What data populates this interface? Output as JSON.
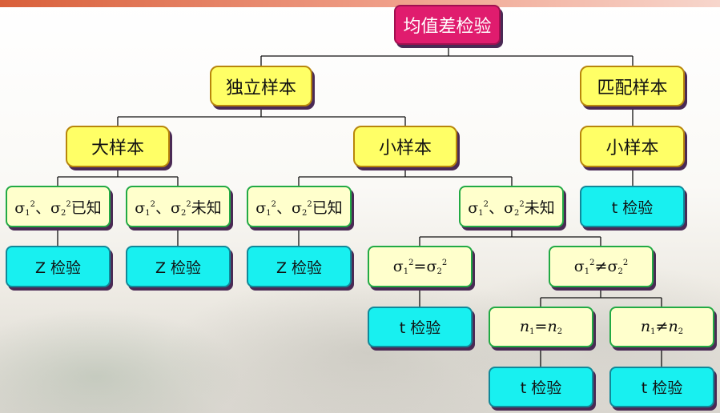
{
  "diagram": {
    "root": "均值差检验",
    "branches": {
      "independent": "独立样本",
      "paired": "匹配样本"
    },
    "independent": {
      "large": "大样本",
      "small": "小样本"
    },
    "paired_small": "小样本",
    "conditions": {
      "known": "已知",
      "unknown": "未知",
      "sep": "、"
    },
    "tests": {
      "z": "Z  检验",
      "t": "t  检验"
    },
    "variance_equal": "=",
    "variance_not_equal": "≠",
    "n_equal": "=",
    "n_not_equal": "≠",
    "symbols": {
      "sigma": "σ",
      "n": "n",
      "sub1": "1",
      "sub2": "2",
      "sup2": "2"
    }
  },
  "colors": {
    "root": "#e01c6e",
    "level_box": "#ffff66",
    "condition_box": "#ffffcc",
    "test_box": "#18f0f0",
    "shadow": "#4a2a55"
  }
}
